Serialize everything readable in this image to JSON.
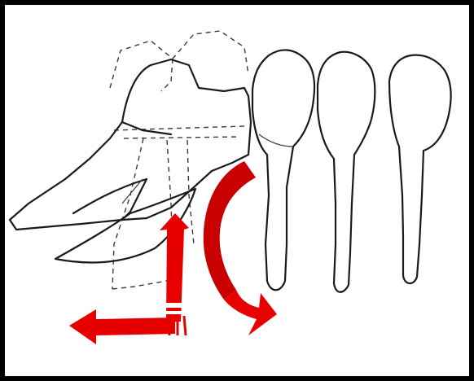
{
  "figure": {
    "background": "#ffffff",
    "border_color": "#000000",
    "arrow_color": "#e60000",
    "arrow_shade_color": "#c80000"
  },
  "elements": {
    "teeth": [
      "impacted-third-molar",
      "second-molar",
      "first-molar",
      "premolar"
    ],
    "arrows": [
      "distal-arrow",
      "vertical-elevation-arrow",
      "rotation-arrow"
    ]
  }
}
